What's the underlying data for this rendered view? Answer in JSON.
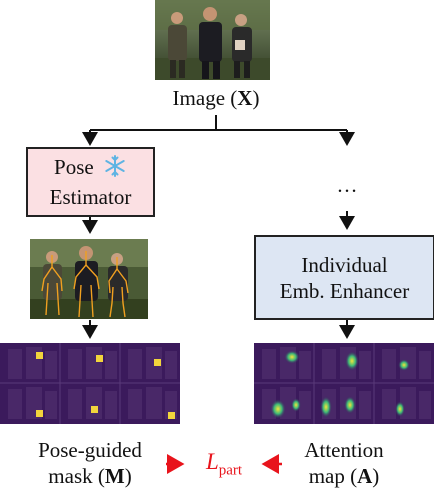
{
  "input": {
    "label_prefix": "Image (",
    "label_symbol": "X",
    "label_suffix": ")"
  },
  "pose_estimator": {
    "line1": "Pose",
    "line2": "Estimator",
    "icon": "snowflake-icon",
    "fill": "#fbe0e3"
  },
  "dots": {
    "text": "…"
  },
  "enhancer": {
    "line1": "Individual",
    "line2": "Emb. Enhancer",
    "fill": "#dde6f3"
  },
  "mask_caption": {
    "line1": "Pose-guided",
    "line2_prefix": "mask (",
    "line2_symbol": "M",
    "line2_suffix": ")"
  },
  "attention_caption": {
    "line1": "Attention",
    "line2_prefix": "map (",
    "line2_symbol": "A",
    "line2_suffix": ")"
  },
  "loss": {
    "symbol": "L",
    "subscript": "part",
    "color": "#e8141c"
  },
  "colors": {
    "heatmap_bg": "#3b1a5c",
    "mask_dot": "#f2d53c",
    "arrow": "#111111",
    "loss_arrow": "#e8141c"
  }
}
